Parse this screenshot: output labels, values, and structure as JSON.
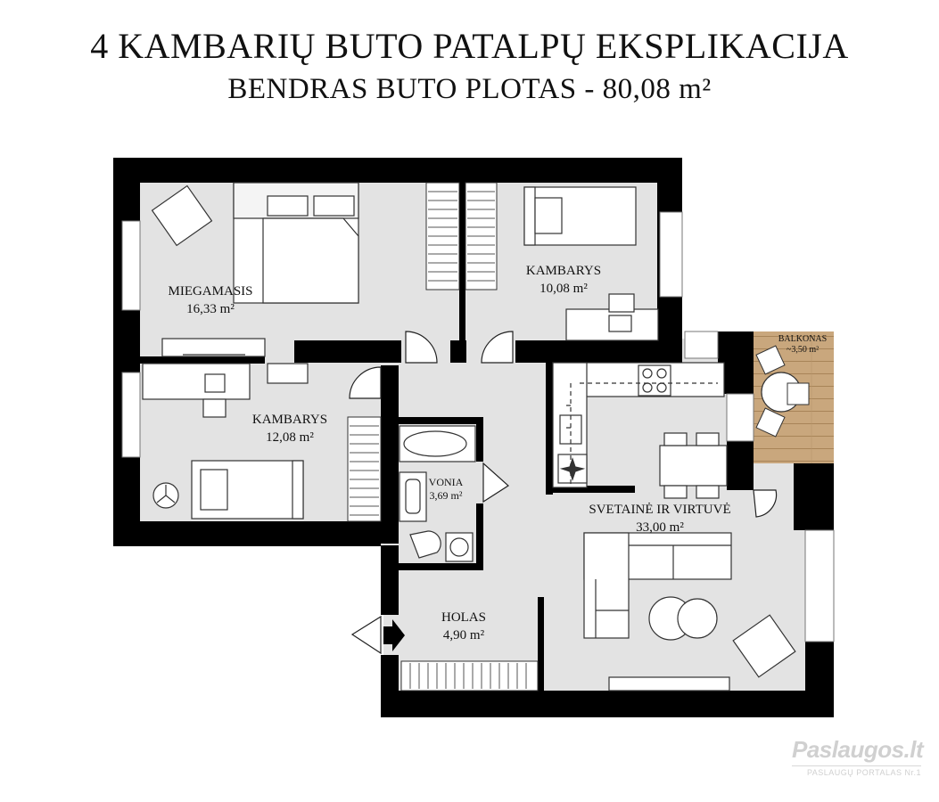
{
  "header": {
    "title": "4 KAMBARIŲ BUTO PATALPŲ EKSPLIKACIJA",
    "subtitle": "BENDRAS BUTO PLOTAS - 80,08 m²"
  },
  "rooms": [
    {
      "name": "MIEGAMASIS",
      "area": "16,33 m²"
    },
    {
      "name": "KAMBARYS",
      "area": "10,08 m²"
    },
    {
      "name": "KAMBARYS",
      "area": "12,08 m²"
    },
    {
      "name": "VONIA",
      "area": "3,69 m²"
    },
    {
      "name": "SVETAINĖ IR VIRTUVĖ",
      "area": "33,00 m²"
    },
    {
      "name": "HOLAS",
      "area": "4,90 m²"
    },
    {
      "name": "BALKONAS",
      "area": "~3,50 m²"
    }
  ],
  "watermark": {
    "brand": "Paslaugos.lt",
    "tagline": "PASLAUGŲ PORTALAS Nr.1"
  },
  "colors": {
    "wall": "#000000",
    "floor": "#e3e3e3",
    "furniture": "#ffffff",
    "balcony_deck": "#c9a77d"
  }
}
